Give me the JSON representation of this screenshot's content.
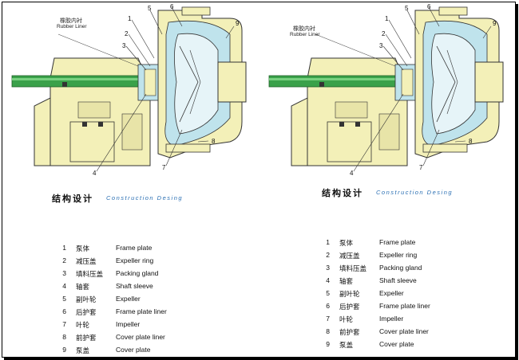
{
  "labels": {
    "rubber_liner_cn": "橡胶内衬",
    "rubber_liner_en": "Rubber Liner"
  },
  "callouts": [
    "1",
    "2",
    "3",
    "4",
    "5",
    "6",
    "7",
    "8",
    "9"
  ],
  "banner": {
    "cn": "结构设计",
    "en": "Construction  Desing"
  },
  "parts": [
    {
      "num": "1",
      "cn": "泵体",
      "en": "Frame plate"
    },
    {
      "num": "2",
      "cn": "减压盖",
      "en": "Expeller ring"
    },
    {
      "num": "3",
      "cn": "填料压盖",
      "en": "Packing gland"
    },
    {
      "num": "4",
      "cn": "轴套",
      "en": "Shaft sleeve"
    },
    {
      "num": "5",
      "cn": "副叶轮",
      "en": "Expeller"
    },
    {
      "num": "6",
      "cn": "后护套",
      "en": "Frame plate liner"
    },
    {
      "num": "7",
      "cn": "叶轮",
      "en": "Impeller"
    },
    {
      "num": "8",
      "cn": "前护套",
      "en": "Cover plate liner"
    },
    {
      "num": "9",
      "cn": "泵盖",
      "en": "Cover plate"
    }
  ],
  "colors": {
    "casing": "#f3f0b8",
    "liner": "#bfe3ec",
    "shaft": "#3aa14a",
    "banner_blue": "#1f6fc0",
    "outline": "#333333"
  }
}
